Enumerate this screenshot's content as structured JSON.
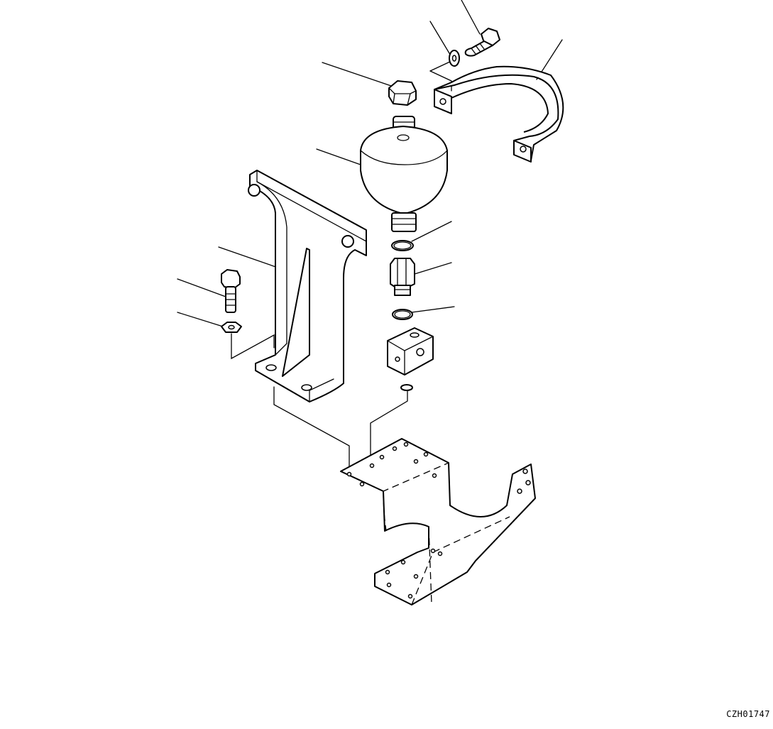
{
  "diagram": {
    "drawing_code": "CZH01747",
    "parts": [
      {
        "id": "bolt-top",
        "icon": "hex-bolt-icon"
      },
      {
        "id": "washer-top",
        "icon": "washer-icon"
      },
      {
        "id": "strap-clamp",
        "icon": "clamp-strap-icon"
      },
      {
        "id": "cap-nut",
        "icon": "hex-cap-icon"
      },
      {
        "id": "accumulator",
        "icon": "accumulator-icon"
      },
      {
        "id": "o-ring-upper",
        "icon": "o-ring-icon"
      },
      {
        "id": "adapter-fitting",
        "icon": "fitting-icon"
      },
      {
        "id": "o-ring-lower",
        "icon": "o-ring-icon"
      },
      {
        "id": "valve-block",
        "icon": "valve-block-icon"
      },
      {
        "id": "mount-bracket",
        "icon": "bracket-icon"
      },
      {
        "id": "bolt-left",
        "icon": "hex-bolt-icon"
      },
      {
        "id": "lock-washer-left",
        "icon": "lock-washer-icon"
      },
      {
        "id": "base-frame",
        "icon": "frame-icon"
      }
    ]
  }
}
